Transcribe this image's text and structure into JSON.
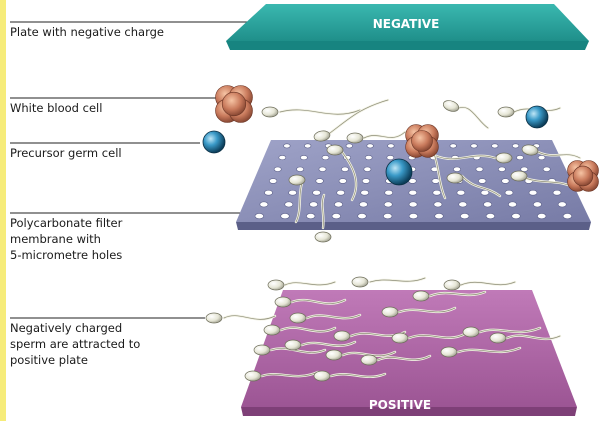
{
  "plates": {
    "negative": {
      "label": "NEGATIVE",
      "color": "#2aa6a0"
    },
    "positive": {
      "label": "POSITIVE",
      "color": "#b068a8"
    }
  },
  "filter_color": "#8c90b8",
  "labels": {
    "negative_plate": "Plate with negative charge",
    "white_blood_cell": "White blood cell",
    "precursor_germ_cell": "Precursor germ cell",
    "filter_membrane": "Polycarbonate filter\nmembrane with\n5-micrometre holes",
    "sperm_attracted": "Negatively charged\nsperm are attracted to\npositive plate"
  }
}
